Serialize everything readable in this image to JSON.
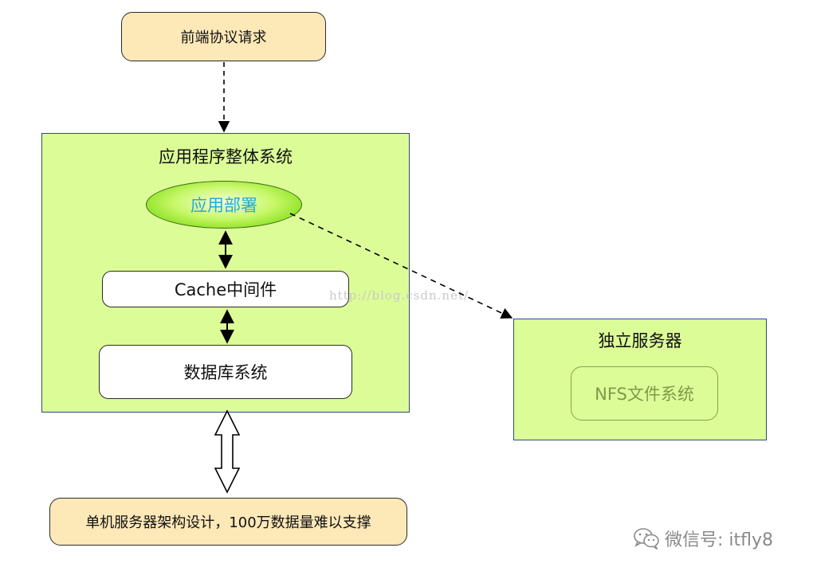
{
  "top_request": {
    "label": "前端协议请求"
  },
  "app_system": {
    "title": "应用程序整体系统",
    "deploy_label": "应用部署",
    "cache_label": "Cache中间件",
    "db_label": "数据库系统"
  },
  "independent_server": {
    "title": "独立服务器",
    "nfs_label": "NFS文件系统"
  },
  "bottom_note": {
    "label": "单机服务器架构设计，100万数据量难以支撑"
  },
  "watermark": {
    "url": "http://blog.csdn.net/",
    "wechat": "微信号: itfly8"
  },
  "colors": {
    "tan_fill": "#fde8b8",
    "green_fill": "#dcfc98",
    "container_border": "#2f4a7c",
    "deploy_text": "#22aadd",
    "nfs_text": "#7f9a4a"
  }
}
